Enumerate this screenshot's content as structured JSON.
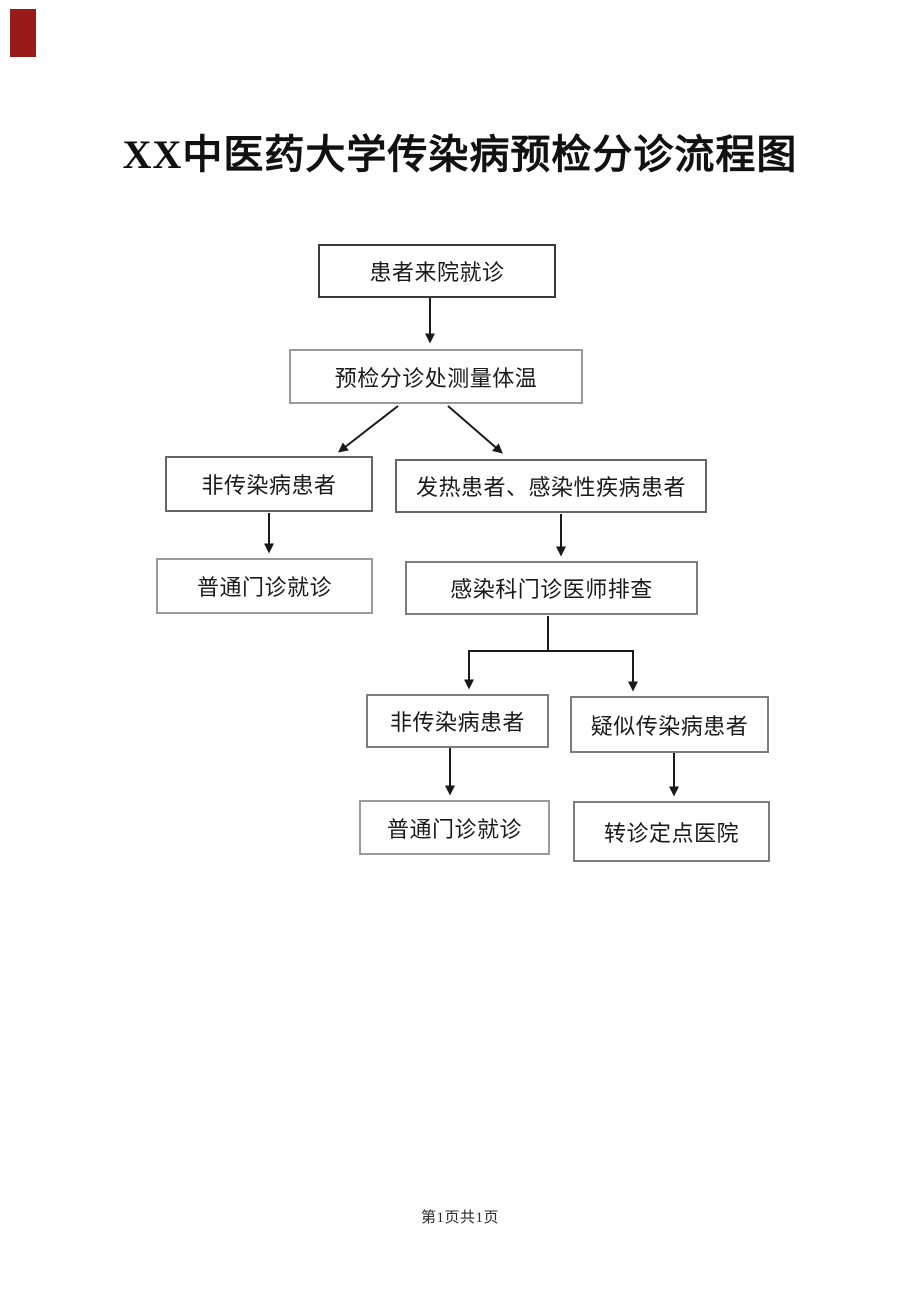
{
  "document": {
    "title": "XX中医药大学传染病预检分诊流程图",
    "footer": {
      "page_indicator": "第1页共1页"
    }
  },
  "flowchart": {
    "nodes": {
      "patient_arrival": {
        "label": "患者来院就诊"
      },
      "triage_temp": {
        "label": "预检分诊处测量体温"
      },
      "non_infectious_1": {
        "label": "非传染病患者"
      },
      "fever_infectious": {
        "label": "发热患者、感染性疾病患者"
      },
      "general_clinic_1": {
        "label": "普通门诊就诊"
      },
      "infection_dept": {
        "label": "感染科门诊医师排查"
      },
      "non_infectious_2": {
        "label": "非传染病患者"
      },
      "suspected": {
        "label": "疑似传染病患者"
      },
      "general_clinic_2": {
        "label": "普通门诊就诊"
      },
      "referral": {
        "label": "转诊定点医院"
      }
    },
    "edges": [
      {
        "from": "patient_arrival",
        "to": "triage_temp"
      },
      {
        "from": "triage_temp",
        "to": "non_infectious_1"
      },
      {
        "from": "triage_temp",
        "to": "fever_infectious"
      },
      {
        "from": "non_infectious_1",
        "to": "general_clinic_1"
      },
      {
        "from": "fever_infectious",
        "to": "infection_dept"
      },
      {
        "from": "infection_dept",
        "to": "non_infectious_2"
      },
      {
        "from": "infection_dept",
        "to": "suspected"
      },
      {
        "from": "non_infectious_2",
        "to": "general_clinic_2"
      },
      {
        "from": "suspected",
        "to": "referral"
      }
    ]
  },
  "colors": {
    "corner_marker": "#9B1B1B",
    "line": "#1a1a1a",
    "box_border": "#666666",
    "text": "#1a1a1a",
    "page_background": "#ffffff"
  }
}
